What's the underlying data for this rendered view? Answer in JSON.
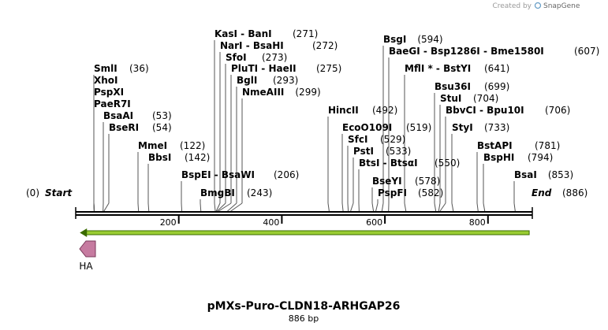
{
  "watermark": {
    "prefix": "Created by",
    "brand": "SnapGene"
  },
  "map_title": "pMXs-Puro-CLDN18-ARHGAP26",
  "map_subtitle": "886 bp",
  "sequence_length": 886,
  "start_label": {
    "pos": "(0)",
    "name": "Start"
  },
  "end_label": {
    "name": "End",
    "pos": "(886)"
  },
  "ruler": [
    {
      "value": 200,
      "label": "200"
    },
    {
      "value": 400,
      "label": "400"
    },
    {
      "value": 600,
      "label": "600"
    },
    {
      "value": 800,
      "label": "800"
    }
  ],
  "features": [
    {
      "name": "HA",
      "type": "tag",
      "start": 0,
      "end": 40,
      "direction": "reverse",
      "color": "#c67ba0"
    }
  ],
  "orf_arrow": {
    "start": 8,
    "end": 880,
    "direction": "reverse",
    "color": "#9acd32"
  },
  "enzymes": [
    {
      "text": "SmlI",
      "pos": "(36)",
      "site": 36
    },
    {
      "text": "XhoI",
      "pos": "",
      "site": 36
    },
    {
      "text": "PspXI",
      "pos": "",
      "site": 36
    },
    {
      "text": "PaeR7I",
      "pos": "",
      "site": 36
    },
    {
      "text": "BsaAI",
      "pos": "(53)",
      "site": 53
    },
    {
      "text": "BseRI",
      "pos": "(54)",
      "site": 54
    },
    {
      "text": "MmeI",
      "pos": "(122)",
      "site": 122
    },
    {
      "text": "BbsI",
      "pos": "(142)",
      "site": 142
    },
    {
      "text": "BspEI  -  BsaWI",
      "pos": "(206)",
      "site": 206
    },
    {
      "text": "BmgBI",
      "pos": "(243)",
      "site": 243
    },
    {
      "text": "KasI  -  BanI",
      "pos": "(271)",
      "site": 271
    },
    {
      "text": "NarI  -  BsaHI",
      "pos": "(272)",
      "site": 272
    },
    {
      "text": "SfoI",
      "pos": "(273)",
      "site": 273
    },
    {
      "text": "PluTI  -  HaeII",
      "pos": "(275)",
      "site": 275
    },
    {
      "text": "BglI",
      "pos": "(293)",
      "site": 293
    },
    {
      "text": "NmeAIII",
      "pos": "(299)",
      "site": 299
    },
    {
      "text": "HincII",
      "pos": "(492)",
      "site": 492
    },
    {
      "text": "EcoO109I",
      "pos": "(519)",
      "site": 519
    },
    {
      "text": "SfcI",
      "pos": "(529)",
      "site": 529
    },
    {
      "text": "PstI",
      "pos": "(533)",
      "site": 533
    },
    {
      "text": "BtsI  -  BtsαI",
      "pos": "(550)",
      "site": 550
    },
    {
      "text": "BseYI",
      "pos": "(578)",
      "site": 578
    },
    {
      "text": "PspFI",
      "pos": "(582)",
      "site": 582
    },
    {
      "text": "BsgI",
      "pos": "(594)",
      "site": 594
    },
    {
      "text": "BaeGI  -  Bsp1286I  -  Bme1580I",
      "pos": "(607)",
      "site": 607
    },
    {
      "text": "MflI *  -  BstYI",
      "pos": "(641)",
      "site": 641
    },
    {
      "text": "Bsu36I",
      "pos": "(699)",
      "site": 699
    },
    {
      "text": "StuI",
      "pos": "(704)",
      "site": 704
    },
    {
      "text": "BbvCI  -  Bpu10I",
      "pos": "(706)",
      "site": 706
    },
    {
      "text": "StyI",
      "pos": "(733)",
      "site": 733
    },
    {
      "text": "BstAPI",
      "pos": "(781)",
      "site": 781
    },
    {
      "text": "BspHI",
      "pos": "(794)",
      "site": 794
    },
    {
      "text": "BsaI",
      "pos": "(853)",
      "site": 853
    }
  ]
}
